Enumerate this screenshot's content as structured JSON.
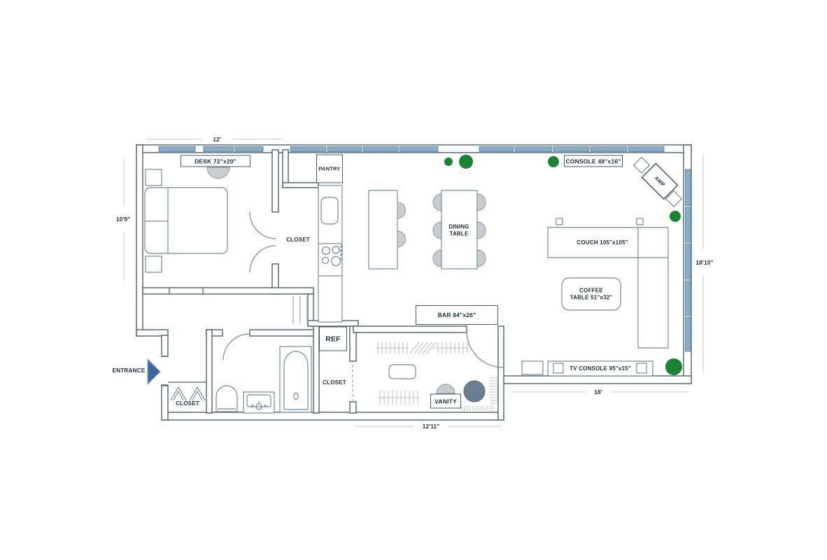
{
  "plan": {
    "labels": {
      "desk": "DESK 72\"x20\"",
      "pantry": "PANTRY",
      "bedroom_closet": "CLOSET",
      "dining_table": "DINING\nTABLE",
      "console": "CONSOLE 48\"x16\"",
      "amp": "AMP",
      "couch": "COUCH 105\"x105\"",
      "coffee_table": "COFFEE\nTABLE 51\"x32\"",
      "bar": "BAR 84\"x26\"",
      "ref": "REF",
      "hall_closet": "CLOSET",
      "entry_closet": "CLOSET",
      "vanity": "VANITY",
      "tv_console": "TV CONSOLE 95\"x15\"",
      "entrance": "ENTRANCE"
    },
    "dimensions": {
      "bedroom_width": "12'",
      "bedroom_depth": "10'9\"",
      "living_depth": "18'10\"",
      "living_width": "18'",
      "closet_width": "12'11\""
    },
    "colors": {
      "wall": "#4e6170",
      "furniture_line": "#74889b",
      "window_fill": "#86aecb",
      "marker_green": "#1b8433",
      "stool_slate": "#697e90",
      "chair_gray": "#c9cdd0",
      "entrance_arrow": "#3c6a9c"
    }
  }
}
